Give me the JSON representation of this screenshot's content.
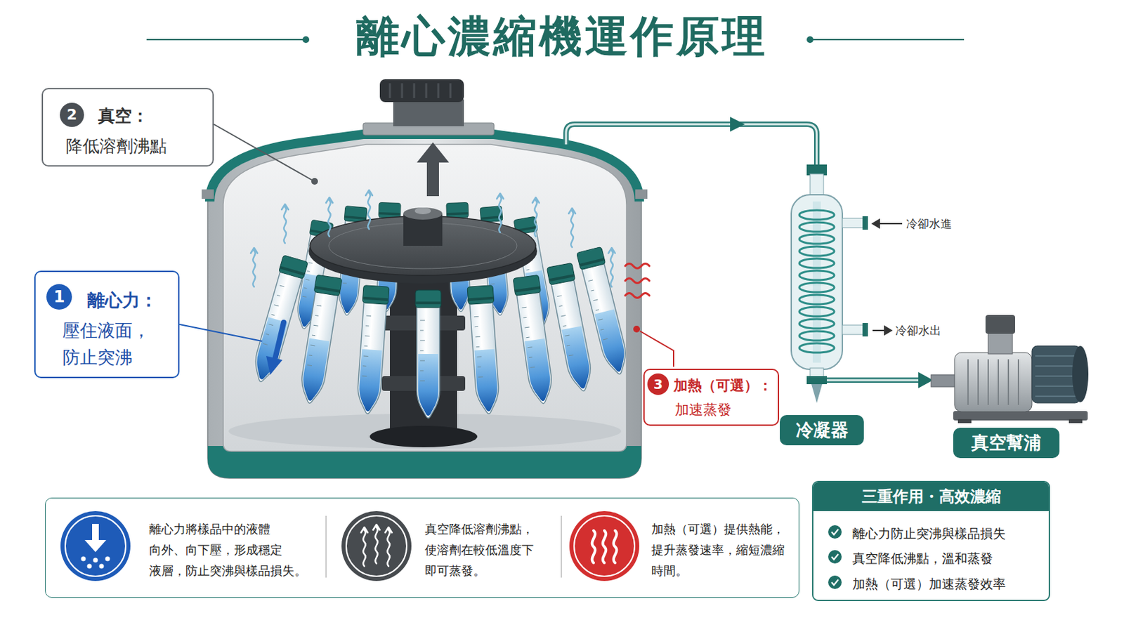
{
  "diagram": {
    "title": "離心濃縮機運作原理",
    "nodes": [
      {
        "text": [
          "真空：",
          "降低溶劑沸點"
        ]
      },
      {
        "text": [
          "離心力：",
          "壓住液面， 防止突沸"
        ]
      },
      {
        "text": [
          "加熱（可選）：",
          "加速蒸發"
        ]
      },
      {
        "text": [
          "冷凝器"
        ]
      },
      {
        "text": [
          "真空幫浦"
        ]
      },
      {
        "text": [
          "離心力將樣品中的液體 向外、向下壓，形成穩定 液層，防止突沸與樣品損失。",
          "真空降低溶劑沸點， 使溶劑在較低溫度下 即可蒸發。",
          "加熱（可選）提供熱能， 提升蒸發速率，縮短濃縮 時間。"
        ]
      },
      {
        "text": [
          "三重作用・高效濃縮",
          "離心力防止突沸與樣品損失",
          "真空降低沸點，溫和蒸發",
          "加熱（可選）加速蒸發效率"
        ]
      }
    ],
    "labels": [
      "2",
      "1",
      "3",
      "冷卻水進",
      "冷卻水出"
    ]
  }
}
